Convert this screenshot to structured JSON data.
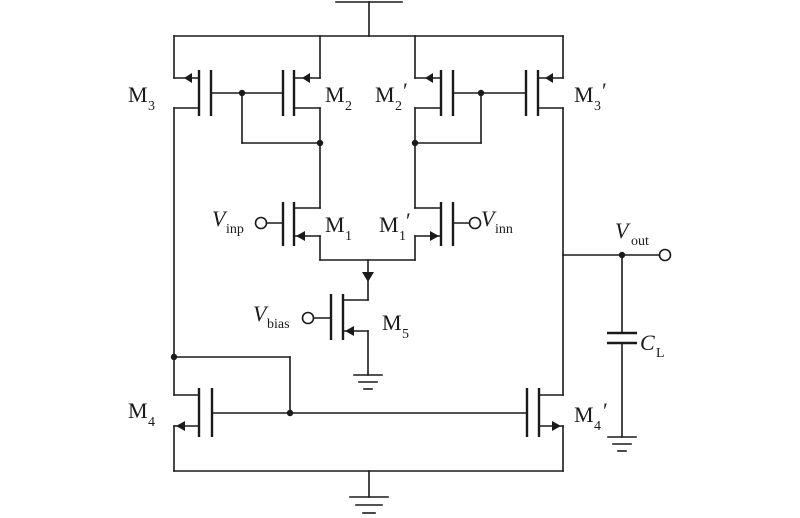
{
  "labels": {
    "M3": {
      "main": "M",
      "sub": "3",
      "prime": ""
    },
    "M2": {
      "main": "M",
      "sub": "2",
      "prime": ""
    },
    "M2p": {
      "main": "M",
      "sub": "2",
      "prime": "′"
    },
    "M3p": {
      "main": "M",
      "sub": "3",
      "prime": "′"
    },
    "M1": {
      "main": "M",
      "sub": "1",
      "prime": ""
    },
    "M1p": {
      "main": "M",
      "sub": "1",
      "prime": "′"
    },
    "M5": {
      "main": "M",
      "sub": "5",
      "prime": ""
    },
    "M4": {
      "main": "M",
      "sub": "4",
      "prime": ""
    },
    "M4p": {
      "main": "M",
      "sub": "4",
      "prime": "′"
    },
    "Vinp": {
      "main": "V",
      "sub": "inp"
    },
    "Vinn": {
      "main": "V",
      "sub": "inn"
    },
    "Vbias": {
      "main": "V",
      "sub": "bias"
    },
    "Vout": {
      "main": "V",
      "sub": "out"
    },
    "CL": {
      "main": "C",
      "sub": "L"
    }
  }
}
